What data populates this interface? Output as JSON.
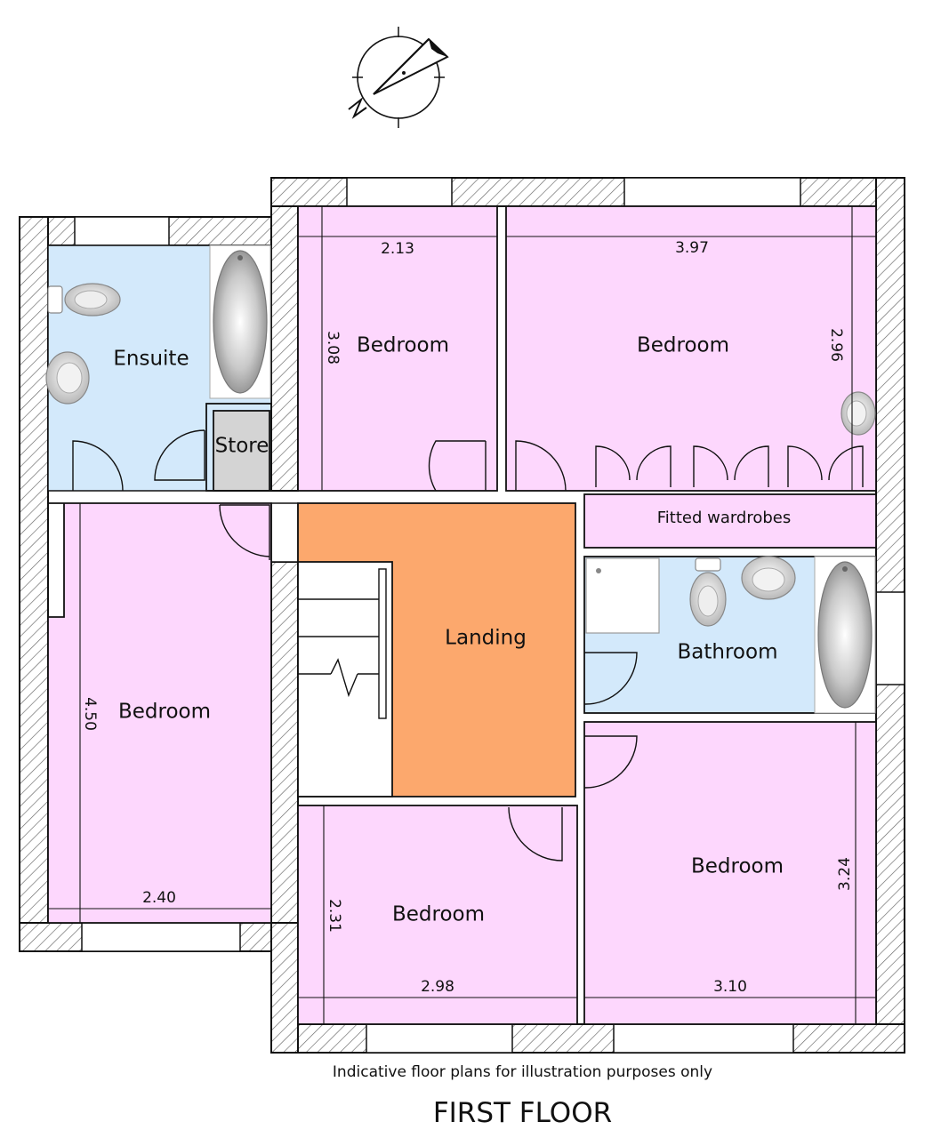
{
  "rooms": {
    "ensuite": "Ensuite",
    "store": "Store",
    "bedroom_small_top": "Bedroom",
    "bedroom_large_top": "Bedroom",
    "bedroom_left": "Bedroom",
    "landing": "Landing",
    "fitted_wardrobes": "Fitted wardrobes",
    "bathroom": "Bathroom",
    "bedroom_bottom_mid": "Bedroom",
    "bedroom_bottom_right": "Bedroom"
  },
  "dimensions": {
    "bedroom_small_top_width": "2.13",
    "bedroom_small_top_depth": "3.08",
    "bedroom_large_top_width": "3.97",
    "bedroom_large_top_depth": "2.96",
    "bedroom_left_depth": "4.50",
    "bedroom_left_width": "2.40",
    "bedroom_bottom_mid_depth": "2.31",
    "bedroom_bottom_mid_width": "2.98",
    "bedroom_bottom_right_depth": "3.24",
    "bedroom_bottom_right_width": "3.10"
  },
  "colors": {
    "bedroom": "#fdd7fd",
    "wet_room": "#d3e9fb",
    "landing": "#fca86d",
    "store": "#d4d4d4"
  },
  "compass": {
    "label": "N",
    "icon": "north-arrow-icon"
  },
  "footer": {
    "note": "Indicative floor plans for illustration purposes only",
    "title": "FIRST FLOOR"
  }
}
